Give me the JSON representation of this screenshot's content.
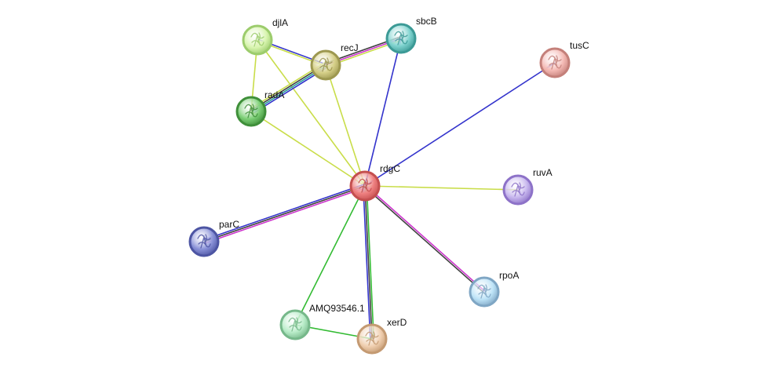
{
  "network": {
    "nodes": [
      {
        "id": "rdgC",
        "label": "rdgC",
        "color": "#ef8080",
        "ring": "#c44f4f",
        "highlight": true
      },
      {
        "id": "djlA",
        "label": "djlA",
        "color": "#d9f5b0",
        "ring": "#9ccc6c"
      },
      {
        "id": "recJ",
        "label": "recJ",
        "color": "#d6d089",
        "ring": "#9d9850"
      },
      {
        "id": "sbcB",
        "label": "sbcB",
        "color": "#7fd3cf",
        "ring": "#3c9a96"
      },
      {
        "id": "radA",
        "label": "radA",
        "color": "#7ccf76",
        "ring": "#3f8f3a"
      },
      {
        "id": "tusC",
        "label": "tusC",
        "color": "#f4b9b4",
        "ring": "#c4807a"
      },
      {
        "id": "ruvA",
        "label": "ruvA",
        "color": "#c8b8ee",
        "ring": "#8d72c8"
      },
      {
        "id": "parC",
        "label": "parC",
        "color": "#8a92d8",
        "ring": "#4d55a3"
      },
      {
        "id": "rpoA",
        "label": "rpoA",
        "color": "#bde3f7",
        "ring": "#7fa6c4"
      },
      {
        "id": "AMQ93546.1",
        "label": "AMQ93546.1",
        "color": "#b8ecc8",
        "ring": "#76b88a"
      },
      {
        "id": "xerD",
        "label": "xerD",
        "color": "#f0cfb0",
        "ring": "#c49a72"
      }
    ],
    "edges": [
      {
        "from": "djlA",
        "to": "recJ",
        "colors": [
          "#3333cc",
          "#c9dd49"
        ]
      },
      {
        "from": "djlA",
        "to": "radA",
        "colors": [
          "#c9dd49"
        ]
      },
      {
        "from": "djlA",
        "to": "rdgC",
        "colors": [
          "#c9dd49"
        ]
      },
      {
        "from": "recJ",
        "to": "sbcB",
        "colors": [
          "#404040",
          "#cc33cc",
          "#c9dd49"
        ]
      },
      {
        "from": "recJ",
        "to": "radA",
        "colors": [
          "#3333cc",
          "#2a9e9e",
          "#404040",
          "#c9dd49"
        ]
      },
      {
        "from": "recJ",
        "to": "rdgC",
        "colors": [
          "#c9dd49"
        ]
      },
      {
        "from": "sbcB",
        "to": "rdgC",
        "colors": [
          "#3333cc"
        ]
      },
      {
        "from": "radA",
        "to": "rdgC",
        "colors": [
          "#c9dd49"
        ]
      },
      {
        "from": "tusC",
        "to": "rdgC",
        "colors": [
          "#3333cc"
        ]
      },
      {
        "from": "ruvA",
        "to": "rdgC",
        "colors": [
          "#c9dd49"
        ]
      },
      {
        "from": "parC",
        "to": "rdgC",
        "colors": [
          "#3333cc",
          "#404040",
          "#cc33cc"
        ]
      },
      {
        "from": "rpoA",
        "to": "rdgC",
        "colors": [
          "#404040",
          "#cc33cc"
        ]
      },
      {
        "from": "AMQ93546.1",
        "to": "rdgC",
        "colors": [
          "#33bb33"
        ]
      },
      {
        "from": "xerD",
        "to": "rdgC",
        "colors": [
          "#3333cc",
          "#404040",
          "#33bb33"
        ]
      },
      {
        "from": "AMQ93546.1",
        "to": "xerD",
        "colors": [
          "#33bb33"
        ]
      }
    ]
  }
}
